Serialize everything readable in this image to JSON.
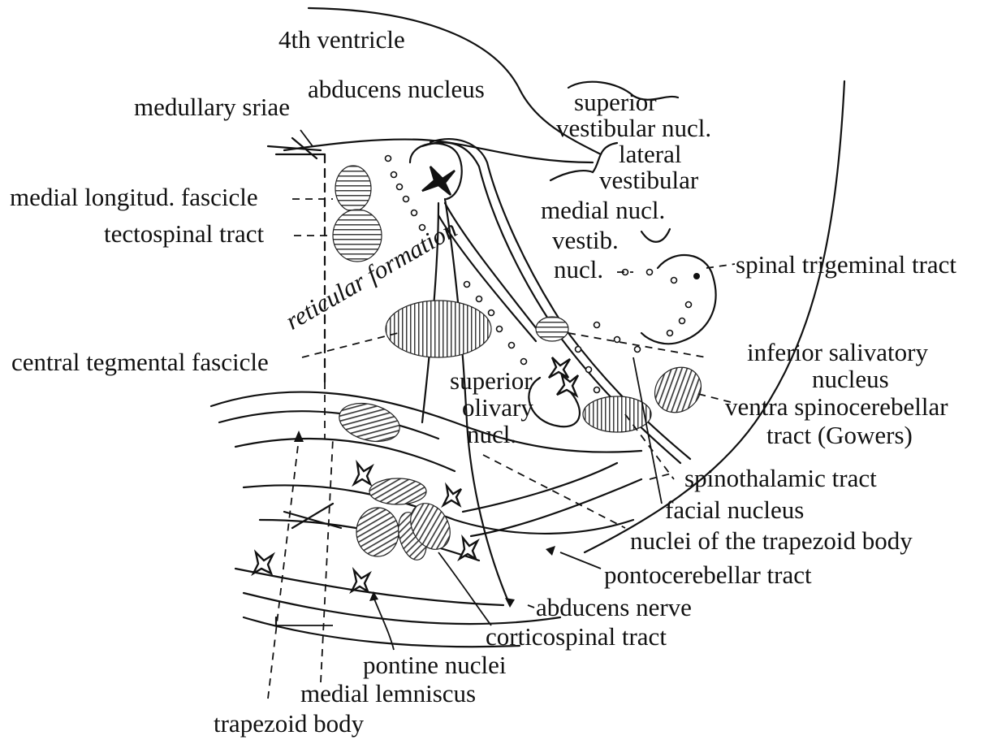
{
  "colors": {
    "ink": "#111111",
    "hatch": "#3a3a3a",
    "background": "#ffffff"
  },
  "labels": {
    "ventricle": "4th ventricle",
    "medullary_striae": "medullary sriae",
    "abducens_nucleus": "abducens nucleus",
    "superior_vest_1": "superior",
    "superior_vest_2": "vestibular nucl.",
    "lateral_vest_1": "lateral",
    "lateral_vest_2": "vestibular",
    "medial_vest_1": "medial nucl.",
    "medial_vest_2": "vestib.",
    "medial_vest_3": "nucl.",
    "mlf": "medial longitud. fascicle",
    "tectospinal": "tectospinal tract",
    "reticular": "reticular formation",
    "spinal_trigeminal": "spinal trigeminal tract",
    "central_tegmental": "central tegmental fascicle",
    "inferior_salivatory_1": "inferior salivatory",
    "inferior_salivatory_2": "nucleus",
    "superior_olivary_1": "superior",
    "superior_olivary_2": "olivary",
    "superior_olivary_3": "nucl.",
    "ventral_spino_1": "ventra  spinocerebellar",
    "ventral_spino_2": "tract (Gowers)",
    "spinothalamic": "spinothalamic tract",
    "facial_nucleus": "facial nucleus",
    "trapezoid_nuclei": "nuclei of the trapezoid body",
    "pontocerebellar": "pontocerebellar tract",
    "abducens_nerve": "abducens nerve",
    "corticospinal": "corticospinal tract",
    "pontine_nuclei": "pontine nuclei",
    "medial_lemniscus": "medial lemniscus",
    "trapezoid_body": "trapezoid body"
  }
}
